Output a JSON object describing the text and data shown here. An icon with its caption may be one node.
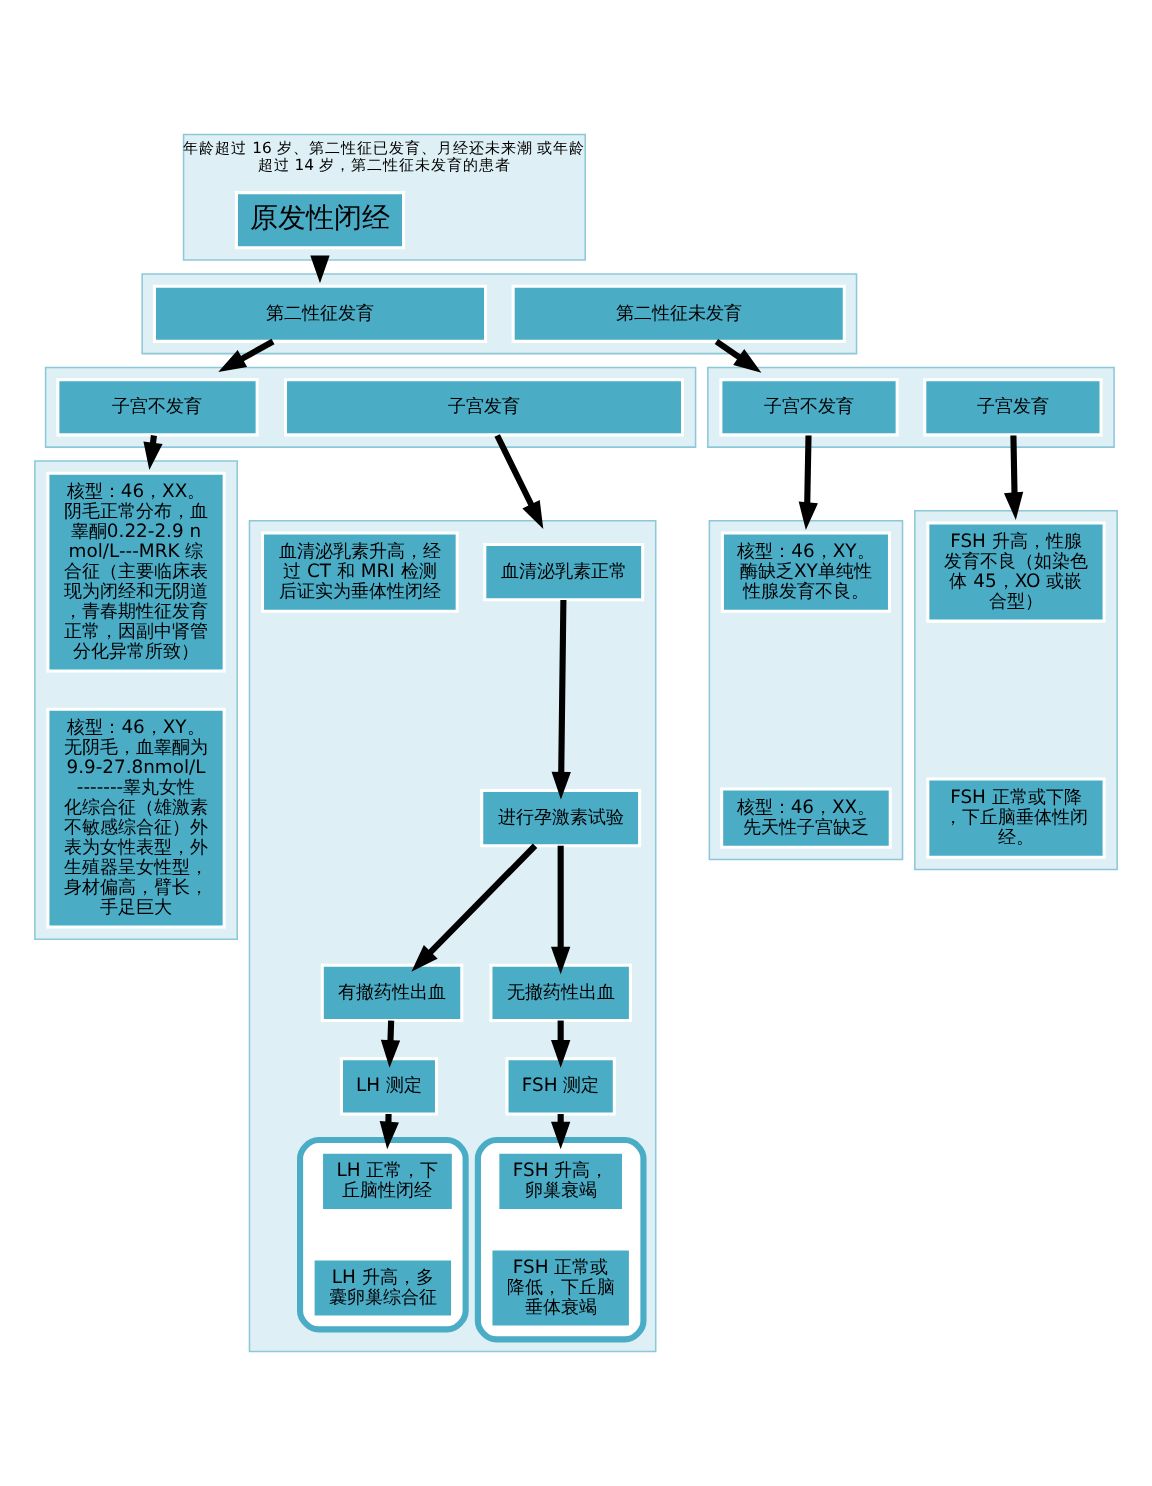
{
  "diagram": {
    "nodes": [
      {
        "text": [
          "年龄超过 16 岁、第二性征已发育、月经还未来潮 或年龄超过 14 岁，第二性征未发育的患者"
        ]
      },
      {
        "text": [
          "原发性闭经"
        ],
        "in": 0
      },
      {
        "text": [],
        "shape": "box"
      },
      {
        "text": [
          "第二性征发育"
        ],
        "in": 2
      },
      {
        "text": [
          "第二性征未发育"
        ],
        "in": 2
      },
      {
        "text": [],
        "shape": "box"
      },
      {
        "text": [
          "子宫不发育"
        ],
        "in": 5
      },
      {
        "text": [
          "子宫发育"
        ],
        "in": 5
      },
      {
        "text": [],
        "shape": "box"
      },
      {
        "text": [
          "子宫不发育"
        ],
        "in": 8
      },
      {
        "text": [
          "子宫发育"
        ],
        "in": 8
      },
      {
        "text": [],
        "shape": "box"
      },
      {
        "text": [
          "核型：46，XX。阴毛正常分布，血睾酮0.22-2.9 nmol/L---MRK 综合征（主要临床表现为闭经和无阴道，青春期性征发育正常，因副中肾管分化异常所致）"
        ],
        "in": 11
      },
      {
        "text": [
          "核型：46，XY。无阴毛，血睾酮为9.9-27.8nmol/L-------睾丸女性化综合征（雄激素不敏感综合征）外表为女性表型，外生殖器呈女性型，身材偏高，臂长，手足巨大"
        ],
        "in": 11
      },
      {
        "text": [],
        "shape": "box"
      },
      {
        "text": [
          "血清泌乳素正常"
        ],
        "in": 14
      },
      {
        "text": [
          "血清泌乳素升高，经过 CT 和 MRI 检测后证实为垂体性闭经"
        ],
        "in": 14
      },
      {
        "text": [
          "进行孕激素试验"
        ],
        "in": 14
      },
      {
        "text": [
          "有撤药性出血"
        ],
        "in": 14
      },
      {
        "text": [
          "无撤药性出血"
        ],
        "in": 14
      },
      {
        "text": [
          "LH 测定"
        ],
        "in": 14
      },
      {
        "text": [
          "FSH 测定"
        ],
        "in": 14
      },
      {
        "text": [],
        "shape": "box",
        "in": 14
      },
      {
        "text": [
          "LH 正常，下丘脑性闭经"
        ],
        "in": 22
      },
      {
        "text": [
          "LH 升高，多囊卵巢综合征"
        ],
        "in": 22
      },
      {
        "text": [],
        "shape": "box",
        "in": 14
      },
      {
        "text": [
          "FSH 升高，卵巢衰竭"
        ],
        "in": 25
      },
      {
        "text": [
          "FSH 正常或降低，下丘脑垂体衰竭"
        ],
        "in": 25
      },
      {
        "text": [],
        "shape": "box"
      },
      {
        "text": [
          "核型：46，XY。酶缺乏XY单纯性性腺发育不良。"
        ],
        "in": 28
      },
      {
        "text": [
          "核型：46，XX。先天性子宫缺乏"
        ],
        "in": 28
      },
      {
        "text": [],
        "shape": "box"
      },
      {
        "text": [
          "FSH 升高，性腺发育不良（如染色体 45，XO 或嵌合型）"
        ],
        "in": 31
      },
      {
        "text": [
          "FSH 正常或下降，下丘脑垂体性闭经。"
        ],
        "in": 31
      }
    ],
    "edges": [
      {
        "from": 0,
        "to": 2,
        "arrow": "to"
      },
      {
        "from": 3,
        "to": 5,
        "arrow": "to"
      },
      {
        "from": 4,
        "to": 8,
        "arrow": "to"
      },
      {
        "from": 6,
        "to": 11,
        "arrow": "to"
      },
      {
        "from": 7,
        "to": 14,
        "arrow": "to"
      },
      {
        "from": 9,
        "to": 28,
        "arrow": "to"
      },
      {
        "from": 10,
        "to": 31,
        "arrow": "to"
      },
      {
        "from": 15,
        "to": 17,
        "arrow": "to"
      },
      {
        "from": 17,
        "to": 18,
        "arrow": "to"
      },
      {
        "from": 17,
        "to": 19,
        "arrow": "to"
      },
      {
        "from": 18,
        "to": 20,
        "arrow": "to"
      },
      {
        "from": 19,
        "to": 21,
        "arrow": "to"
      },
      {
        "from": 20,
        "to": 22,
        "arrow": "to"
      },
      {
        "from": 21,
        "to": 25,
        "arrow": "to"
      }
    ]
  }
}
